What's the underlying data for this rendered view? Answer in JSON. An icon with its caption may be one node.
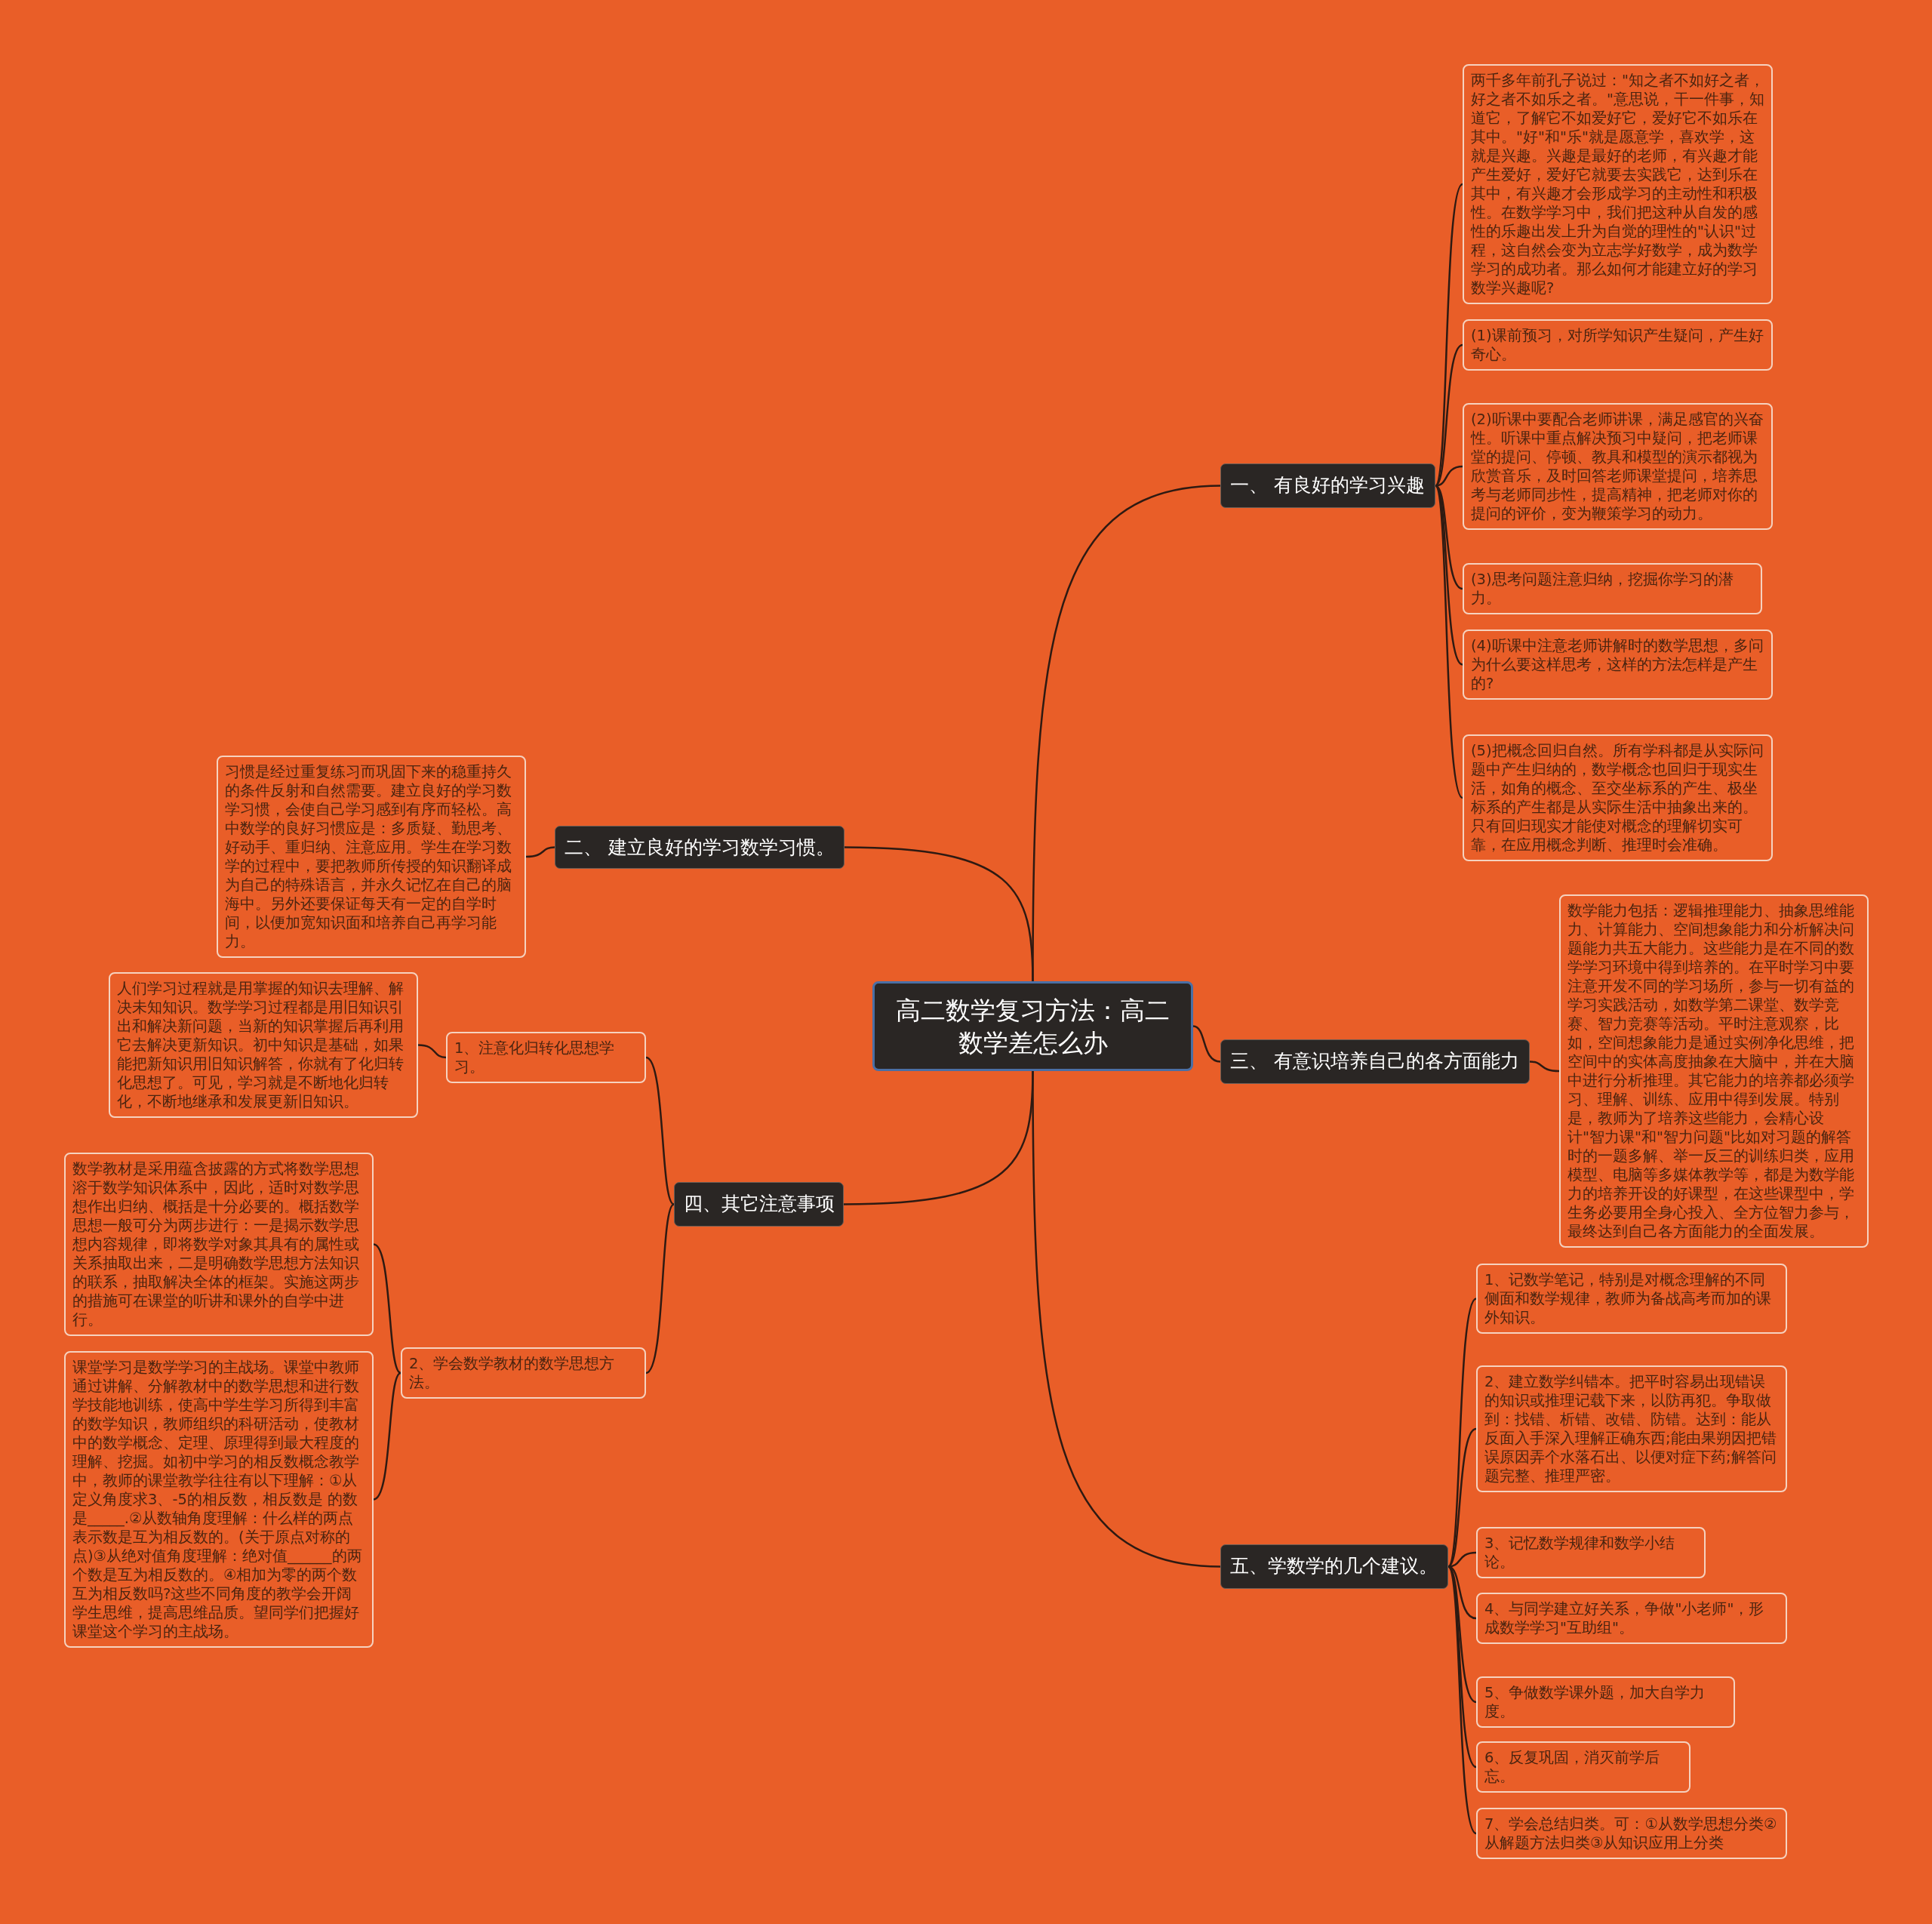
{
  "diagram": {
    "nodes": [
      {
        "text": [
          "高二数学复习方法：高二数学差怎么办"
        ]
      },
      {
        "text": [
          "一、 有良好的学习兴趣"
        ]
      },
      {
        "text": [
          "两千多年前孔子说过：\"知之者不如好之者，好之者不如乐之者。\"意思说，干一件事，知道它，了解它不如爱好它，爱好它不如乐在其中。\"好\"和\"乐\"就是愿意学，喜欢学，这就是兴趣。兴趣是最好的老师，有兴趣才能产生爱好，爱好它就要去实践它，达到乐在其中，有兴趣才会形成学习的主动性和积极性。在数学学习中，我们把这种从自发的感性的乐趣出发上升为自觉的理性的\"认识\"过程，这自然会变为立志学好数学，成为数学学习的成功者。那么如何才能建立好的学习数学兴趣呢?"
        ]
      },
      {
        "text": [
          "(1)课前预习，对所学知识产生疑问，产生好奇心。"
        ]
      },
      {
        "text": [
          "(2)听课中要配合老师讲课，满足感官的兴奋性。听课中重点解决预习中疑问，把老师课堂的提问、停顿、教具和模型的演示都视为欣赏音乐，及时回答老师课堂提问，培养思考与老师同步性，提高精神，把老师对你的提问的评价，变为鞭策学习的动力。"
        ]
      },
      {
        "text": [
          "(3)思考问题注意归纳，挖掘你学习的潜力。"
        ]
      },
      {
        "text": [
          "(4)听课中注意老师讲解时的数学思想，多问为什么要这样思考，这样的方法怎样是产生的?"
        ]
      },
      {
        "text": [
          "(5)把概念回归自然。所有学科都是从实际问题中产生归纳的，数学概念也回归于现实生活，如角的概念、至交坐标系的产生、极坐标系的产生都是从实际生活中抽象出来的。只有回归现实才能使对概念的理解切实可靠，在应用概念判断、推理时会准确。"
        ]
      },
      {
        "text": [
          "二、 建立良好的学习数学习惯。"
        ]
      },
      {
        "text": [
          "习惯是经过重复练习而巩固下来的稳重持久的条件反射和自然需要。建立良好的学习数学习惯，会使自己学习感到有序而轻松。高中数学的良好习惯应是：多质疑、勤思考、好动手、重归纳、注意应用。学生在学习数学的过程中，要把教师所传授的知识翻译成为自己的特殊语言，并永久记忆在自己的脑海中。另外还要保证每天有一定的自学时间，以便加宽知识面和培养自己再学习能力。"
        ]
      },
      {
        "text": [
          "三、 有意识培养自己的各方面能力"
        ]
      },
      {
        "text": [
          "数学能力包括：逻辑推理能力、抽象思维能力、计算能力、空间想象能力和分析解决问题能力共五大能力。这些能力是在不同的数学学习环境中得到培养的。在平时学习中要注意开发不同的学习场所，参与一切有益的学习实践活动，如数学第二课堂、数学竞赛、智力竞赛等活动。平时注意观察，比如，空间想象能力是通过实例净化思维，把空间中的实体高度抽象在大脑中，并在大脑中进行分析推理。其它能力的培养都必须学习、理解、训练、应用中得到发展。特别是，教师为了培养这些能力，会精心设计\"智力课\"和\"智力问题\"比如对习题的解答时的一题多解、举一反三的训练归类，应用模型、电脑等多媒体教学等，都是为数学能力的培养开设的好课型，在这些课型中，学生务必要用全身心投入、全方位智力参与，最终达到自己各方面能力的全面发展。"
        ]
      },
      {
        "text": [
          "四、其它注意事项"
        ]
      },
      {
        "text": [
          "1、注意化归转化思想学习。"
        ]
      },
      {
        "text": [
          "人们学习过程就是用掌握的知识去理解、解决未知知识。数学学习过程都是用旧知识引出和解决新问题，当新的知识掌握后再利用它去解决更新知识。初中知识是基础，如果能把新知识用旧知识解答，你就有了化归转化思想了。可见，学习就是不断地化归转化，不断地继承和发展更新旧知识。"
        ]
      },
      {
        "text": [
          "2、学会数学教材的数学思想方法。"
        ]
      },
      {
        "text": [
          "数学教材是采用蕴含披露的方式将数学思想溶于数学知识体系中，因此，适时对数学思想作出归纳、概括是十分必要的。概括数学思想一般可分为两步进行：一是揭示数学思想内容规律，即将数学对象其具有的属性或关系抽取出来，二是明确数学思想方法知识的联系，抽取解决全体的框架。实施这两步的措施可在课堂的听讲和课外的自学中进行。"
        ]
      },
      {
        "text": [
          "课堂学习是数学学习的主战场。课堂中教师通过讲解、分解教材中的数学思想和进行数学技能地训练，使高中学生学习所得到丰富的数学知识，教师组织的科研活动，使教材中的数学概念、定理、原理得到最大程度的理解、挖掘。如初中学习的相反数概念教学中，教师的课堂教学往往有以下理解：①从定义角度求3、-5的相反数，相反数是 的数是_____.②从数轴角度理解：什么样的两点表示数是互为相反数的。(关于原点对称的点)③从绝对值角度理解：绝对值______的两个数是互为相反数的。④相加为零的两个数互为相反数吗?这些不同角度的教学会开阔学生思维，提高思维品质。望同学们把握好课堂这个学习的主战场。"
        ]
      },
      {
        "text": [
          "五、学数学的几个建议。"
        ]
      },
      {
        "text": [
          "1、记数学笔记，特别是对概念理解的不同侧面和数学规律，教师为备战高考而加的课外知识。"
        ]
      },
      {
        "text": [
          "2、建立数学纠错本。把平时容易出现错误的知识或推理记载下来，以防再犯。争取做到：找错、析错、改错、防错。达到：能从反面入手深入理解正确东西;能由果朔因把错误原因弄个水落石出、以便对症下药;解答问题完整、推理严密。"
        ]
      },
      {
        "text": [
          "3、记忆数学规律和数学小结论。"
        ]
      },
      {
        "text": [
          "4、与同学建立好关系，争做\"小老师\"，形成数学学习\"互助组\"。"
        ]
      },
      {
        "text": [
          "5、争做数学课外题，加大自学力度。"
        ]
      },
      {
        "text": [
          "6、反复巩固，消灭前学后忘。"
        ]
      },
      {
        "text": [
          "7、学会总结归类。可：①从数学思想分类②从解题方法归类③从知识应用上分类"
        ]
      }
    ],
    "edges": [
      {
        "from": 0,
        "to": 1,
        "arrow": "none"
      },
      {
        "from": 1,
        "to": 2,
        "arrow": "none"
      },
      {
        "from": 1,
        "to": 3,
        "arrow": "none"
      },
      {
        "from": 1,
        "to": 4,
        "arrow": "none"
      },
      {
        "from": 1,
        "to": 5,
        "arrow": "none"
      },
      {
        "from": 1,
        "to": 6,
        "arrow": "none"
      },
      {
        "from": 1,
        "to": 7,
        "arrow": "none"
      },
      {
        "from": 0,
        "to": 8,
        "arrow": "none"
      },
      {
        "from": 8,
        "to": 9,
        "arrow": "none"
      },
      {
        "from": 0,
        "to": 10,
        "arrow": "none"
      },
      {
        "from": 10,
        "to": 11,
        "arrow": "none"
      },
      {
        "from": 0,
        "to": 12,
        "arrow": "none"
      },
      {
        "from": 12,
        "to": 13,
        "arrow": "none"
      },
      {
        "from": 13,
        "to": 14,
        "arrow": "none"
      },
      {
        "from": 12,
        "to": 15,
        "arrow": "none"
      },
      {
        "from": 15,
        "to": 16,
        "arrow": "none"
      },
      {
        "from": 15,
        "to": 17,
        "arrow": "none"
      },
      {
        "from": 0,
        "to": 18,
        "arrow": "none"
      },
      {
        "from": 18,
        "to": 19,
        "arrow": "none"
      },
      {
        "from": 18,
        "to": 20,
        "arrow": "none"
      },
      {
        "from": 18,
        "to": 21,
        "arrow": "none"
      },
      {
        "from": 18,
        "to": 22,
        "arrow": "none"
      },
      {
        "from": 18,
        "to": 23,
        "arrow": "none"
      },
      {
        "from": 18,
        "to": 24,
        "arrow": "none"
      },
      {
        "from": 18,
        "to": 25,
        "arrow": "none"
      }
    ]
  }
}
